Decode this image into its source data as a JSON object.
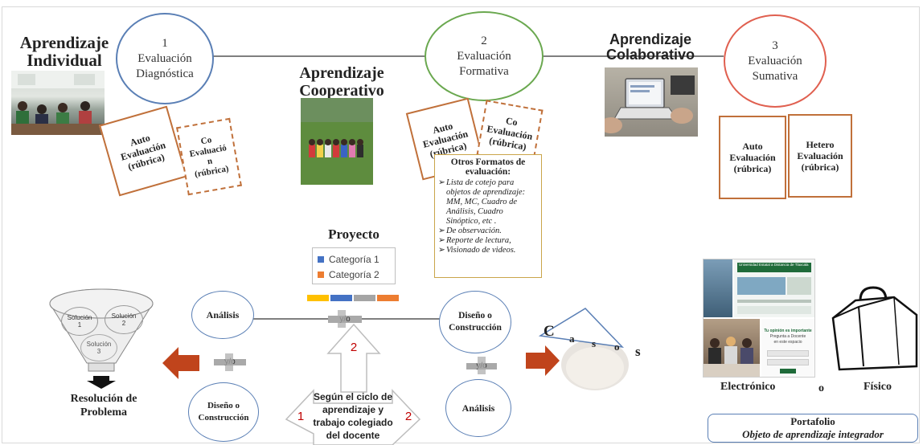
{
  "titles": {
    "individual_1": "Aprendizaje",
    "individual_2": "Individual",
    "cooperativo_1": "Aprendizaje",
    "cooperativo_2": "Cooperativo",
    "colaborativo_1": "Aprendizaje",
    "colaborativo_2": "Colaborativo"
  },
  "stages": {
    "s1": {
      "num": "1",
      "l1": "Evaluación",
      "l2": "Diagnóstica"
    },
    "s2": {
      "num": "2",
      "l1": "Evaluación",
      "l2": "Formativa"
    },
    "s3": {
      "num": "3",
      "l1": "Evaluación",
      "l2": "Sumativa"
    }
  },
  "cards": {
    "c1a": [
      "Auto",
      "Evaluación",
      "(rúbrica)"
    ],
    "c1b": [
      "Co",
      "Evaluació",
      "n",
      "(rúbrica)"
    ],
    "c2a": [
      "Auto",
      "Evaluación",
      "(rúbrica)"
    ],
    "c2b": [
      "Co",
      "Evaluación",
      "(rúbrica)"
    ],
    "c3a": [
      "Auto",
      "Evaluación",
      "(rúbrica)"
    ],
    "c3b": [
      "Hetero",
      "Evaluación",
      "(rúbrica)"
    ]
  },
  "otros": {
    "title_1": "Otros Formatos de",
    "title_2": "evaluación:",
    "items": [
      "Lista de cotejo para objetos de aprendizaje: MM, MC, Cuadro de Análisis, Cuadro Sinóptico, etc .",
      "De observación.",
      "Reporte de lectura,",
      "Visionado de videos."
    ]
  },
  "proyecto": {
    "title": "Proyecto",
    "legend": [
      {
        "label": "Categoría 1",
        "color": "#4472c4"
      },
      {
        "label": "Categoría 2",
        "color": "#ed7d31"
      }
    ],
    "bar_colors": [
      "#ffc000",
      "#4472c4",
      "#a5a5a5",
      "#ed7d31"
    ]
  },
  "cycle": {
    "analisis_left": "Análisis",
    "diseno_left_1": "Diseño o",
    "diseno_left_2": "Construcción",
    "diseno_right_1": "Diseño o",
    "diseno_right_2": "Construcción",
    "analisis_right": "Análisis",
    "vo": "y/o",
    "center_1": "Según el ciclo de",
    "center_2": "aprendizaje y",
    "center_3": "trabajo colegiado",
    "center_4": "del docente",
    "n1": "1",
    "n2": "2",
    "n2_top": "2"
  },
  "funnel": {
    "sol1_a": "Solución",
    "sol1_b": "1",
    "sol2_a": "Solución",
    "sol2_b": "2",
    "sol3_a": "Solución",
    "sol3_b": "3",
    "label_1": "Resolución de",
    "label_2": "Problema"
  },
  "casos": {
    "letters": [
      "C",
      "a",
      "s",
      "o",
      "s"
    ]
  },
  "portafolio": {
    "electronico": "Electrónico",
    "o": "o",
    "fisico": "Físico",
    "title": "Portafolio",
    "subtitle": "Objeto de aprendizaje integrador",
    "screen_header": "Universidad Estatal a Distancia de Tlaxcala",
    "screen_q1": "Tu opinión es importante",
    "screen_q2": "Pregunta a Docente",
    "screen_q3": "en este espacio"
  }
}
